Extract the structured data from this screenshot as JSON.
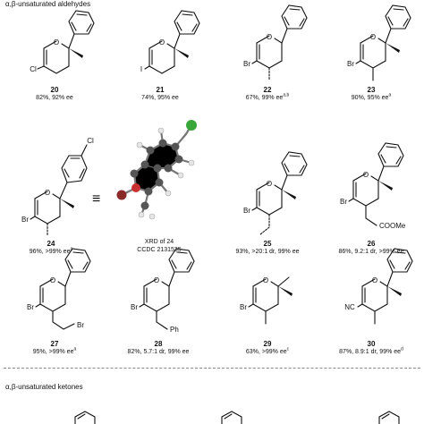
{
  "sections": {
    "aldehydes_label": "α,β-unsaturated aldehydes",
    "ketones_label": "α,β-unsaturated ketones"
  },
  "equiv_symbol": "≡",
  "compounds": [
    {
      "id": "20",
      "yield": "82%, 92% ee",
      "sup": "",
      "substituent": "Cl"
    },
    {
      "id": "21",
      "yield": "74%, 95% ee",
      "sup": "",
      "substituent": "I"
    },
    {
      "id": "22",
      "yield": "67%, 99% ee",
      "sup": "a,b",
      "substituent": "Br"
    },
    {
      "id": "23",
      "yield": "90%, 95% ee",
      "sup": "a",
      "substituent": "Br"
    },
    {
      "id": "24",
      "yield": "96%, >99% ee",
      "sup": "a",
      "substituent": "Br",
      "aryl": "Cl"
    },
    {
      "id": "25",
      "yield": "93%, >20:1 dr, 99% ee",
      "sup": "",
      "substituent": "Br"
    },
    {
      "id": "26",
      "yield": "86%, 9.2:1 dr, >99% ee",
      "sup": "",
      "substituent": "Br",
      "side": "COOMe"
    },
    {
      "id": "27",
      "yield": "95%, >99% ee",
      "sup": "a",
      "substituent": "Br",
      "side": "Br"
    },
    {
      "id": "28",
      "yield": "82%, 5.7:1 dr, 99% ee",
      "sup": "",
      "substituent": "Br",
      "side": "Ph"
    },
    {
      "id": "29",
      "yield": "63%, >99% ee",
      "sup": "c",
      "substituent": "Br"
    },
    {
      "id": "30",
      "yield": "87%, 8.9:1 dr, 99% ee",
      "sup": "d",
      "substituent": "NC"
    }
  ],
  "xrd": {
    "line1": "XRD of 24",
    "line2": "CCDC 2131535"
  },
  "atoms": {
    "O": "O"
  },
  "colors": {
    "chlorine": "#3aa63a",
    "oxygen": "#c83232",
    "carbon": "#555555",
    "hydrogen": "#e6e6e6"
  }
}
